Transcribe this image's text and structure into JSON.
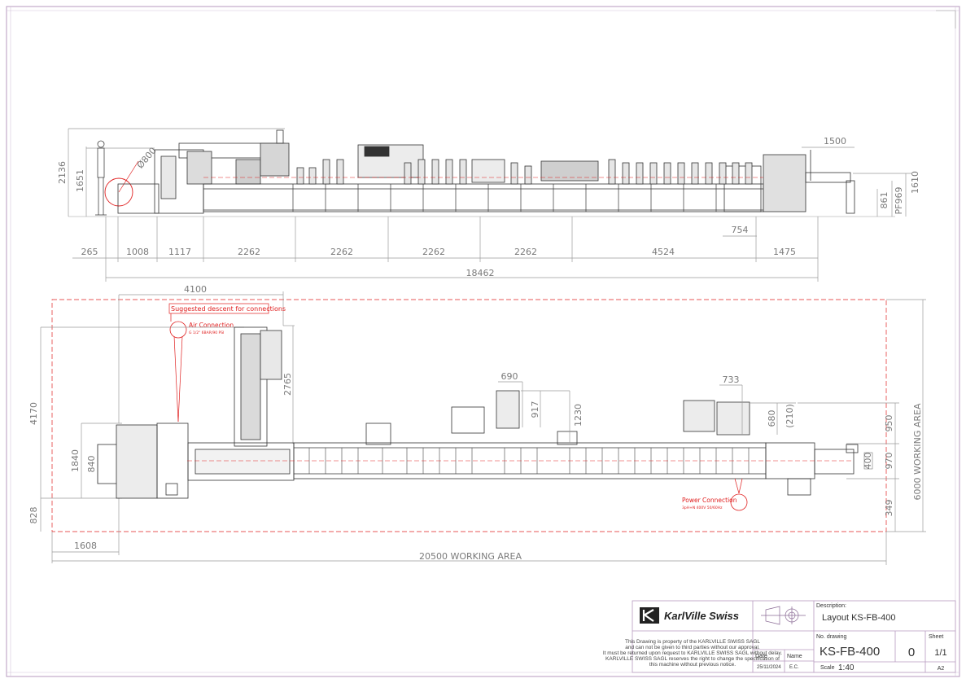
{
  "side_view": {
    "height_dims": [
      "2136",
      "1651"
    ],
    "roll_diameter": "Ø800",
    "right_height_dims": [
      "1610",
      "969",
      "861"
    ],
    "pf_label": "PF",
    "top_dims": [
      "1500"
    ],
    "small_dims": [
      "754"
    ],
    "bottom_dims": [
      "265",
      "1008",
      "1117",
      "2262",
      "2262",
      "2262",
      "2262",
      "4524",
      "1475"
    ],
    "total": "18462"
  },
  "plan_view": {
    "top_width": "4100",
    "suggested_label": "Suggested descent for connections",
    "air_title": "Air Connection",
    "air_spec": "G 1/2\" 6BAR/90 PSI",
    "power_title": "Power Connection",
    "power_spec": "3pH+N 400V 50/60Hz",
    "height_dim": "2765",
    "left_dims": [
      "4170",
      "1840",
      "840",
      "828"
    ],
    "left_offset": "1608",
    "unit_dims": [
      "690",
      "917",
      "1230",
      "733",
      "680",
      "(210)"
    ],
    "right_dims": [
      "950",
      "970",
      "349",
      "400"
    ],
    "working_area_width": "20500 WORKING AREA",
    "working_area_height": "6000 WORKING AREA"
  },
  "title_block": {
    "logo_text": "KarlVille Swiss",
    "disclaimer": [
      "This Drawing is property of  the  KARLVILLE SWISS SAGL",
      "and can not be given to third parties without our approval.",
      "It must be returned upon request to KARLVILLE SWISS SAGL without delay.",
      "KARLVILLE SWISS SAGL reserves the right to change the specification of",
      "this machine without previous notice."
    ],
    "date_label": "Date",
    "name_label": "Name",
    "date_value": "25/11/2024",
    "name_value": "E.C.",
    "description_label": "Description:",
    "description_value": "Layout KS-FB-400",
    "drawing_no_label": "No. drawing",
    "drawing_no_value": "KS-FB-400",
    "revision": "0",
    "sheet_label": "Sheet",
    "sheet_value": "1/1",
    "scale_label": "Scale",
    "scale_value": "1:40",
    "paper_size": "A2"
  }
}
